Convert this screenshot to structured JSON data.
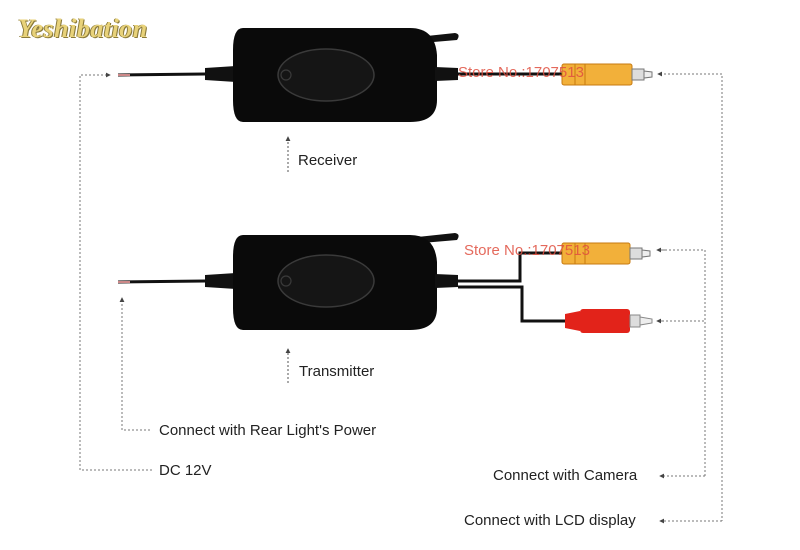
{
  "brand": "Yeshibation",
  "watermarks": [
    "Store No.:1707513",
    "Store No.:1707513"
  ],
  "labels": {
    "receiver": "Receiver",
    "transmitter": "Transmitter",
    "rear_light": "Connect with Rear Light's Power",
    "dc": "DC 12V",
    "camera": "Connect with Camera",
    "lcd": "Connect with LCD display"
  },
  "colors": {
    "device": "#0a0a0a",
    "rca_yellow": "#f2b03a",
    "rca_red": "#e2231a",
    "dotted_line": "#777777"
  }
}
